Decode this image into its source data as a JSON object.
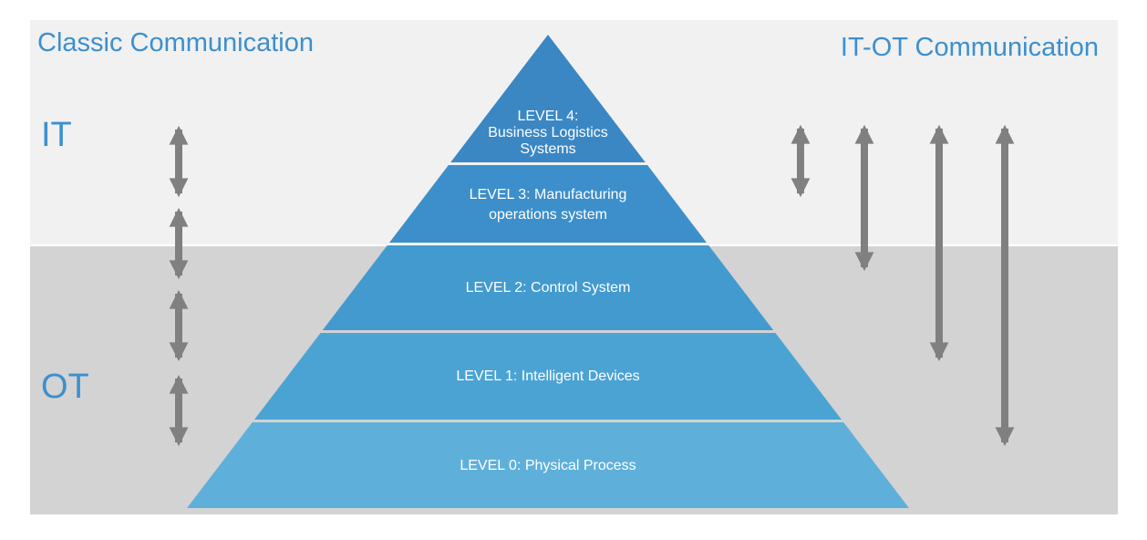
{
  "titles": {
    "left": "Classic Communication",
    "right": "IT-OT Communication"
  },
  "zones": {
    "it": "IT",
    "ot": "OT"
  },
  "levels": [
    {
      "id": "level-4",
      "lines": [
        "LEVEL 4:",
        "Business Logistics",
        "Systems"
      ],
      "color": "#3a87c4"
    },
    {
      "id": "level-3",
      "lines": [
        "LEVEL 3: Manufacturing",
        "operations system"
      ],
      "color": "#3c8fca"
    },
    {
      "id": "level-2",
      "lines": [
        "LEVEL 2: Control System"
      ],
      "color": "#429acf"
    },
    {
      "id": "level-1",
      "lines": [
        "LEVEL 1: Intelligent Devices"
      ],
      "color": "#4ba3d4"
    },
    {
      "id": "level-0",
      "lines": [
        "LEVEL 0: Physical Process"
      ],
      "color": "#5eb0da"
    }
  ],
  "colors": {
    "title_blue": "#3d8fcd",
    "it_band": "#f1f1f1",
    "ot_band": "#d3d3d3",
    "arrow_gray": "#808080"
  },
  "arrows": {
    "classic_icon": "double-arrow-icon",
    "itot_icon": "double-arrow-icon"
  }
}
